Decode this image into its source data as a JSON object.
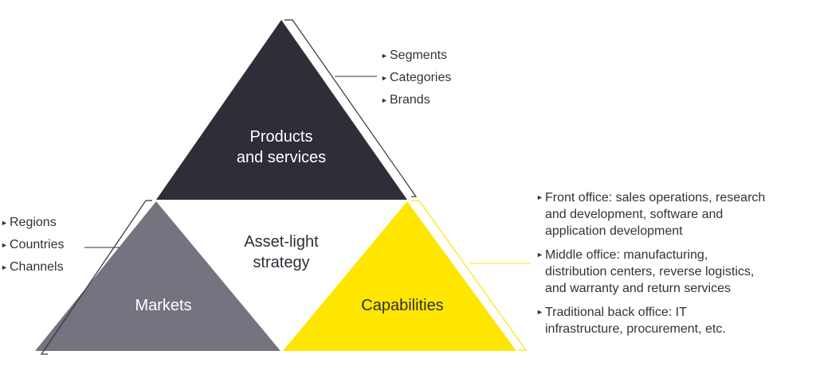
{
  "colors": {
    "products": "#2e2e38",
    "markets": "#747480",
    "capabilities": "#ffe600",
    "outline": "#333333"
  },
  "top_triangle": {
    "label_line1": "Products",
    "label_line2": "and services"
  },
  "left_triangle": {
    "label": "Markets"
  },
  "right_triangle": {
    "label": "Capabilities"
  },
  "center": {
    "line1": "Asset-light",
    "line2": "strategy"
  },
  "products_list": [
    "Segments",
    "Categories",
    "Brands"
  ],
  "markets_list": [
    "Regions",
    "Countries",
    "Channels"
  ],
  "capabilities_list": [
    {
      "line1": "Front office: sales operations, research",
      "line2": "and development, software and",
      "line3": "application development"
    },
    {
      "line1": "Middle office: manufacturing,",
      "line2": "distribution centers, reverse logistics,",
      "line3": "and warranty and return services"
    },
    {
      "line1": "Traditional back office: IT",
      "line2": "infrastructure, procurement, etc."
    }
  ]
}
